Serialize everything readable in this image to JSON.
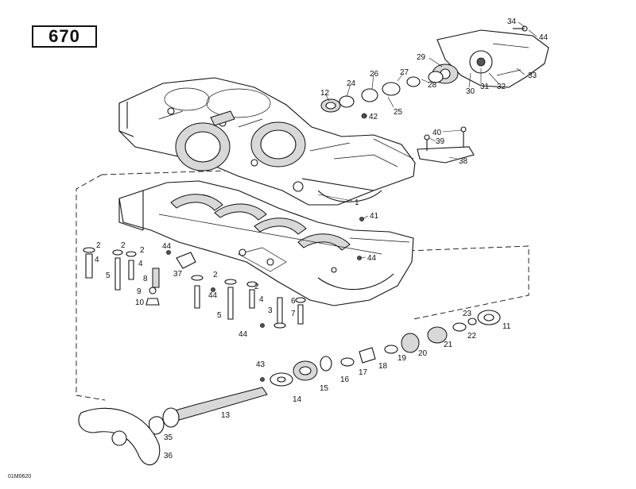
{
  "model_label": "670",
  "reference_code": "01M0620",
  "callouts": [
    {
      "n": "34"
    },
    {
      "n": "44"
    },
    {
      "n": "29"
    },
    {
      "n": "33"
    },
    {
      "n": "32"
    },
    {
      "n": "31"
    },
    {
      "n": "30"
    },
    {
      "n": "28"
    },
    {
      "n": "27"
    },
    {
      "n": "26"
    },
    {
      "n": "24"
    },
    {
      "n": "12"
    },
    {
      "n": "25"
    },
    {
      "n": "42"
    },
    {
      "n": "40"
    },
    {
      "n": "39"
    },
    {
      "n": "38"
    },
    {
      "n": "1"
    },
    {
      "n": "41"
    },
    {
      "n": "44"
    },
    {
      "n": "2"
    },
    {
      "n": "2"
    },
    {
      "n": "2"
    },
    {
      "n": "44"
    },
    {
      "n": "4"
    },
    {
      "n": "4"
    },
    {
      "n": "5"
    },
    {
      "n": "8"
    },
    {
      "n": "37"
    },
    {
      "n": "2"
    },
    {
      "n": "9"
    },
    {
      "n": "44"
    },
    {
      "n": "10"
    },
    {
      "n": "2"
    },
    {
      "n": "4"
    },
    {
      "n": "5"
    },
    {
      "n": "3"
    },
    {
      "n": "6"
    },
    {
      "n": "7"
    },
    {
      "n": "44"
    },
    {
      "n": "23"
    },
    {
      "n": "22"
    },
    {
      "n": "11"
    },
    {
      "n": "21"
    },
    {
      "n": "20"
    },
    {
      "n": "19"
    },
    {
      "n": "18"
    },
    {
      "n": "17"
    },
    {
      "n": "43"
    },
    {
      "n": "16"
    },
    {
      "n": "15"
    },
    {
      "n": "14"
    },
    {
      "n": "13"
    },
    {
      "n": "35"
    },
    {
      "n": "36"
    }
  ]
}
